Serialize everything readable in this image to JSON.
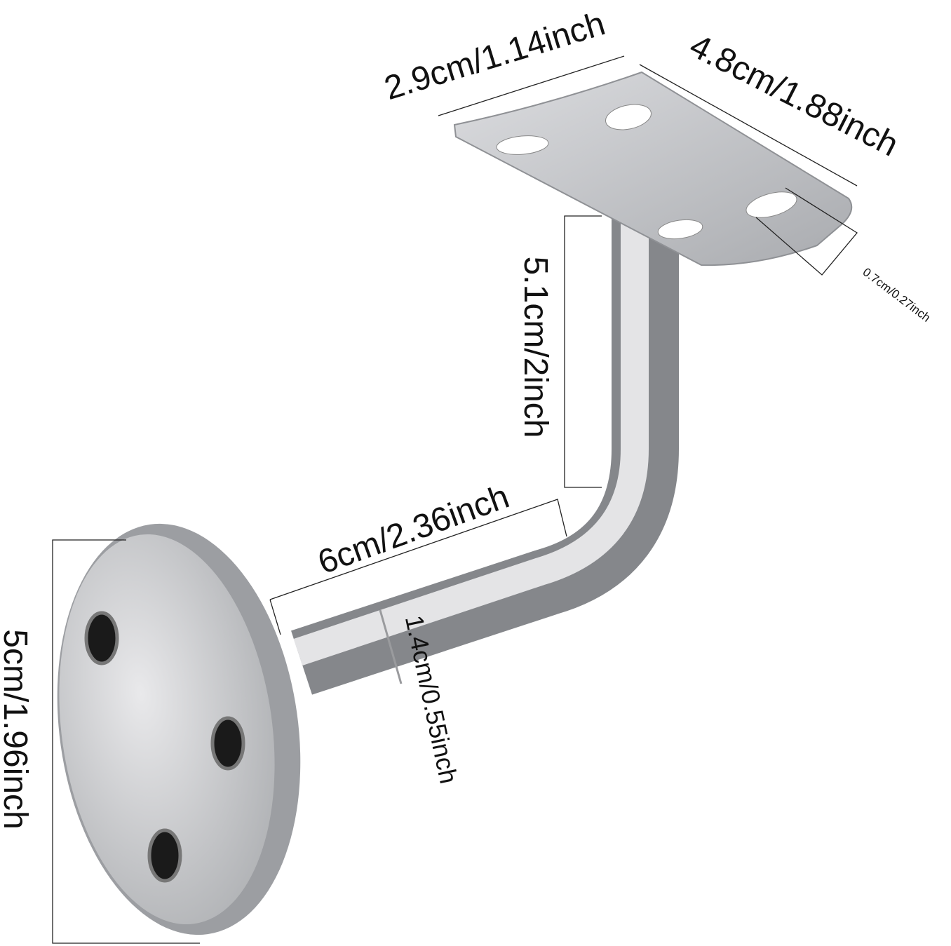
{
  "labels": {
    "plate_width": "2.9cm/1.14inch",
    "plate_length": "4.8cm/1.88inch",
    "hole_diameter": "0.7cm/0.27inch",
    "vertical_arm": "5.1cm/2inch",
    "horizontal_arm": "6cm/2.36inch",
    "tube_diameter": "1.4cm/0.55inch",
    "base_diameter": "5cm/1.96inch"
  },
  "colors": {
    "metal_light": "#e6e6e8",
    "metal_mid": "#b9babd",
    "metal_dark": "#7d7f83",
    "hole": "#1a1a1a"
  }
}
